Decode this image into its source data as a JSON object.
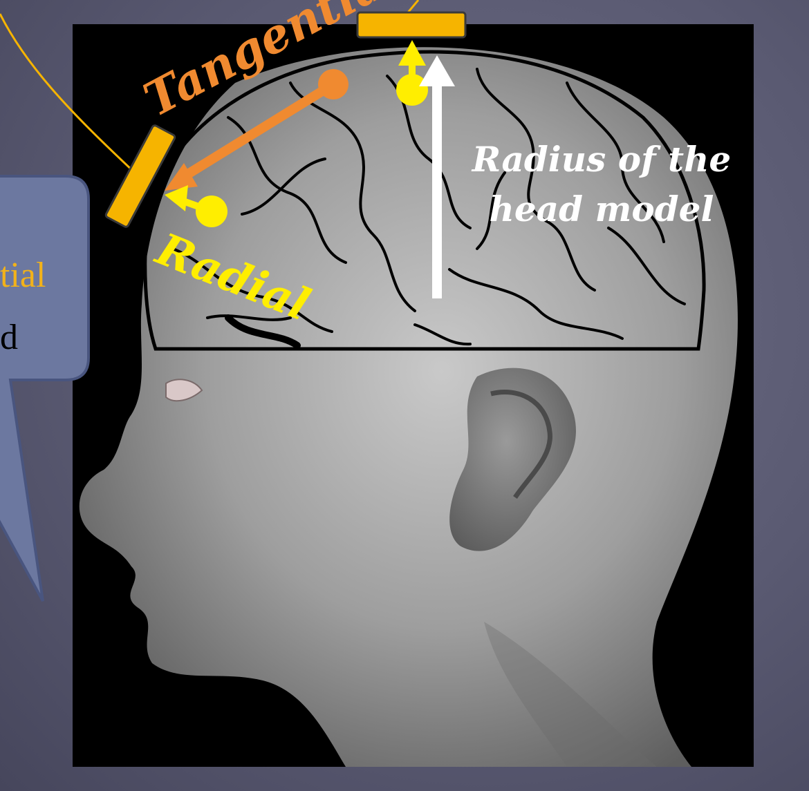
{
  "labels": {
    "tangential": "Tangential",
    "radial": "Radial",
    "radius_line1": "Radius of the",
    "radius_line2": "head model"
  },
  "callout": {
    "line1": "tial",
    "line2": "d"
  },
  "colors": {
    "tangential": "#f08a30",
    "radial": "#ffee00",
    "sensor": "#f6b400",
    "callout_text": "#f2b21a",
    "radius_text": "#ffffff"
  }
}
